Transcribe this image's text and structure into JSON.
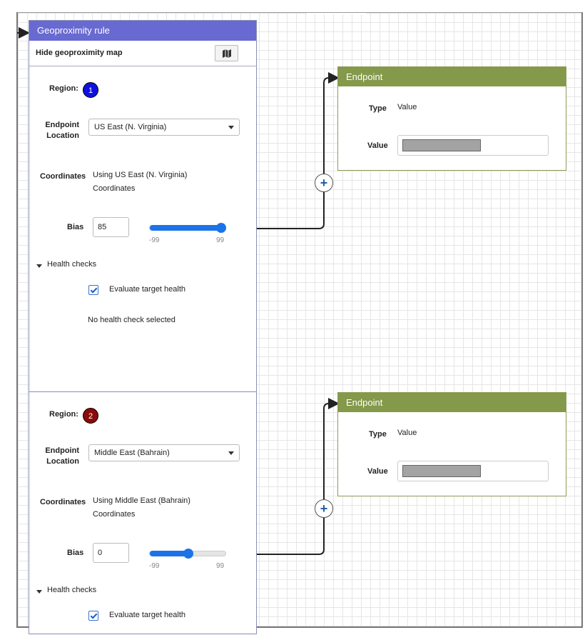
{
  "rule": {
    "title": "Geoproximity rule",
    "toolbar_label": "Hide geoproximity map",
    "map_button_icon": "map-icon"
  },
  "regions": [
    {
      "region_label": "Region:",
      "badge": "1",
      "badge_color": "#1010e0",
      "endpoint_location_label_1": "Endpoint",
      "endpoint_location_label_2": "Location",
      "endpoint_location": "US East (N. Virginia)",
      "coordinates_label": "Coordinates",
      "coordinates_line1": "Using US East (N. Virginia)",
      "coordinates_line2": "Coordinates",
      "bias_label": "Bias",
      "bias": "85",
      "bias_value": 85,
      "slider_min": "-99",
      "slider_max": "99",
      "health_checks": "Health checks",
      "evaluate_target_health": "Evaluate target health",
      "no_health_check": "No health check selected"
    },
    {
      "region_label": "Region:",
      "badge": "2",
      "badge_color": "#8b0a0a",
      "endpoint_location_label_1": "Endpoint",
      "endpoint_location_label_2": "Location",
      "endpoint_location": "Middle East (Bahrain)",
      "coordinates_label": "Coordinates",
      "coordinates_line1": "Using Middle East (Bahrain)",
      "coordinates_line2": "Coordinates",
      "bias_label": "Bias",
      "bias": "0",
      "bias_value": 0,
      "slider_min": "-99",
      "slider_max": "99",
      "health_checks": "Health checks",
      "evaluate_target_health": "Evaluate target health"
    }
  ],
  "endpoints": [
    {
      "title": "Endpoint",
      "type_label": "Type",
      "type_value": "Value",
      "value_label": "Value"
    },
    {
      "title": "Endpoint",
      "type_label": "Type",
      "type_value": "Value",
      "value_label": "Value"
    }
  ],
  "colors": {
    "rule_header": "#6869d1",
    "endpoint_header": "#84994a",
    "slider": "#1a73e8",
    "plus": "#1f5fa8"
  }
}
